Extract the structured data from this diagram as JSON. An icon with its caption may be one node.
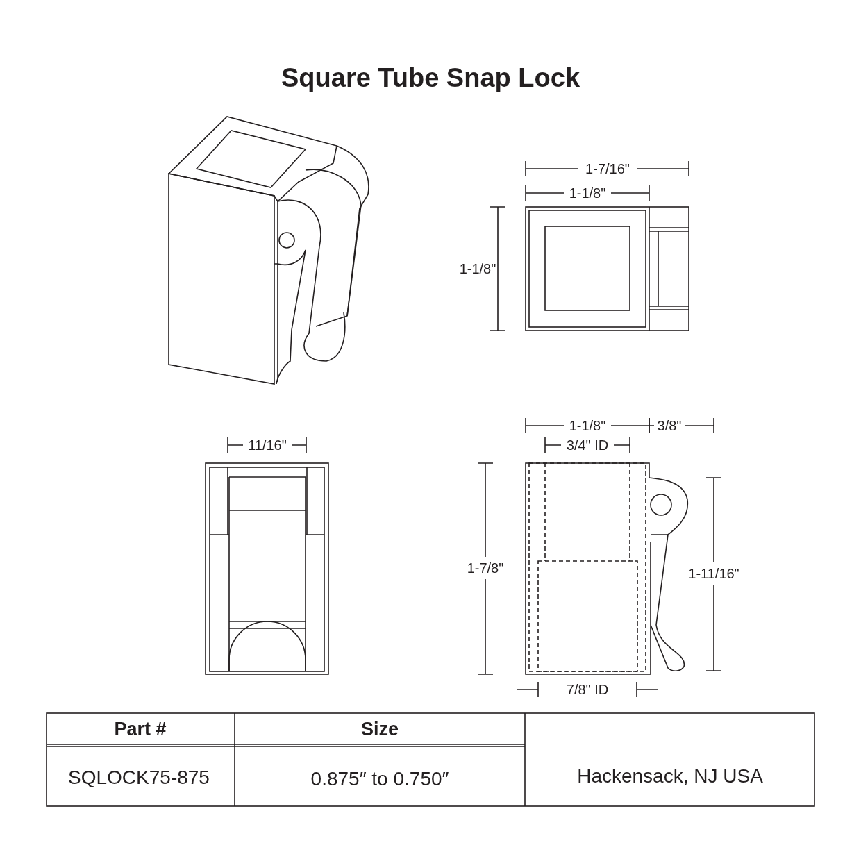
{
  "diagram": {
    "title": "Square Tube Snap Lock",
    "labels": [
      "1-7/16\"",
      "1-1/8\"",
      "1-1/8\"",
      "11/16\"",
      "1-1/8\"",
      "3/8\"",
      "3/4\" ID",
      "1-7/8\"",
      "1-11/16\"",
      "7/8\" ID",
      "Part #",
      "Size",
      "SQLOCK75-875",
      "0.875″ to 0.750″",
      "Hackensack, NJ USA"
    ]
  }
}
